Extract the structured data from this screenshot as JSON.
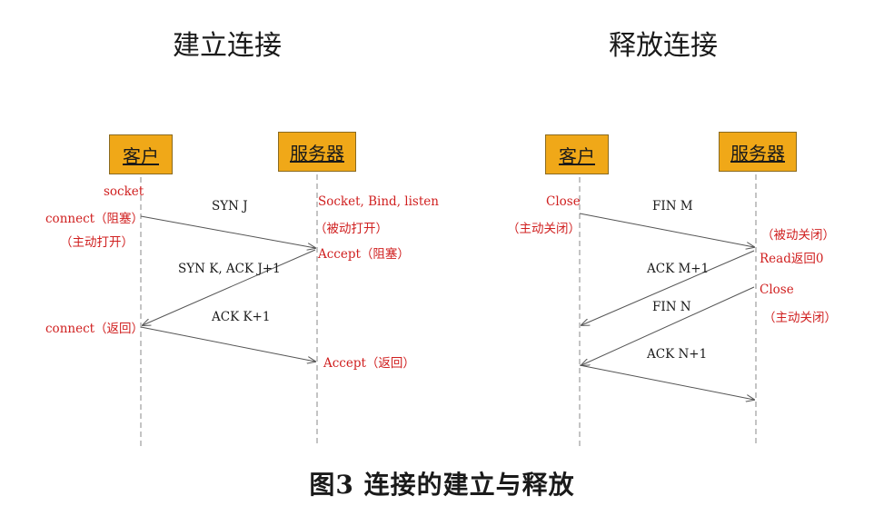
{
  "left": {
    "title": "建立连接",
    "client": "客户",
    "server": "服务器",
    "labels": {
      "socket": "socket",
      "connect_block": "connect（阻塞）",
      "active_open": "（主动打开）",
      "syn": "SYN J",
      "server_setup": "Socket, Bind, listen",
      "passive_open": "（被动打开）",
      "accept_block": "Accept（阻塞）",
      "syn_ack": "SYN K, ACK J+1",
      "connect_return": "connect（返回）",
      "ack": "ACK K+1",
      "accept_return": "Accept（返回）"
    }
  },
  "right": {
    "title": "释放连接",
    "client": "客户",
    "server": "服务器",
    "labels": {
      "close": "Close",
      "active_close": "（主动关闭）",
      "fin_m": "FIN M",
      "passive_close": "（被动关闭）",
      "read_zero": "Read返回0",
      "ack_m": "ACK M+1",
      "fin_n": "FIN N",
      "server_close": "Close",
      "server_active_close": "（主动关闭）",
      "ack_n": "ACK N+1"
    }
  },
  "caption": "图3  连接的建立与释放",
  "colors": {
    "box": "#f0a818",
    "annotation": "#d02020",
    "line": "#555555"
  }
}
